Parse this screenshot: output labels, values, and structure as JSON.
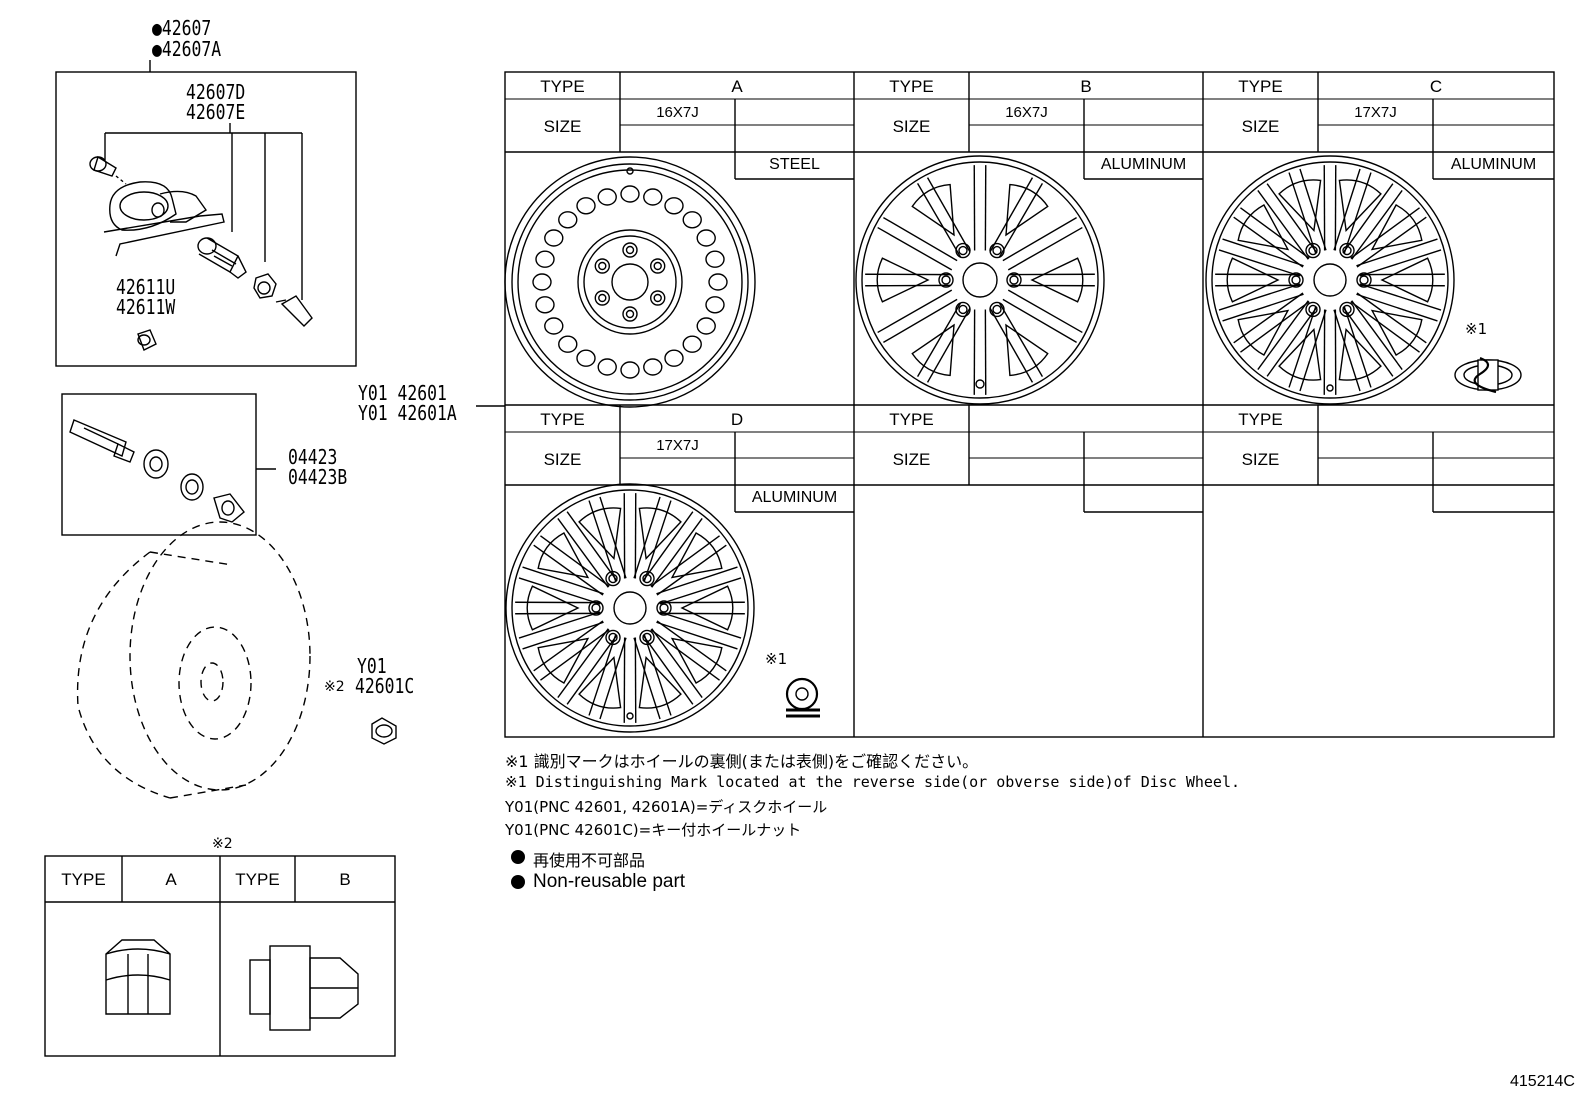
{
  "sensor_group": {
    "pn_top": [
      "●42607",
      "●42607A"
    ],
    "pn_inner": [
      "42607D",
      "42607E"
    ],
    "pn_cap": [
      "42611U",
      "42611W"
    ]
  },
  "valve_group": {
    "pn": [
      "04423",
      "04423B"
    ]
  },
  "wheel_callout": [
    "Y01 42601",
    "Y01 42601A"
  ],
  "lock_nut": {
    "line1": "Y01",
    "mark": "※2",
    "pn": "42601C"
  },
  "nut_table": {
    "mark": "※2",
    "cols": [
      {
        "type_label": "TYPE",
        "value": "A"
      },
      {
        "type_label": "TYPE",
        "value": "B"
      }
    ]
  },
  "wheel_table": {
    "type_label": "TYPE",
    "size_label": "SIZE",
    "cells": [
      {
        "type": "A",
        "size": "16X7J",
        "material": "STEEL",
        "mark": ""
      },
      {
        "type": "B",
        "size": "16X7J",
        "material": "ALUMINUM",
        "mark": ""
      },
      {
        "type": "C",
        "size": "17X7J",
        "material": "ALUMINUM",
        "mark": "※1"
      },
      {
        "type": "D",
        "size": "17X7J",
        "material": "ALUMINUM",
        "mark": "※1"
      },
      {
        "type": "",
        "size": "",
        "material": "",
        "mark": ""
      },
      {
        "type": "",
        "size": "",
        "material": "",
        "mark": ""
      }
    ]
  },
  "notes": {
    "jp_mark": "※1 識別マークはホイールの裏側(または表側)をご確認ください。",
    "en_mark": "※1 Distinguishing Mark located at the reverse side(or obverse side)of Disc Wheel.",
    "y01_wheel": "Y01(PNC 42601, 42601A)=ディスクホイール",
    "y01_nut": "Y01(PNC 42601C)=キー付ホイールナット",
    "legend_jp": "再使用不可部品",
    "legend_en": "Non-reusable part"
  },
  "figure_id": "415214C"
}
